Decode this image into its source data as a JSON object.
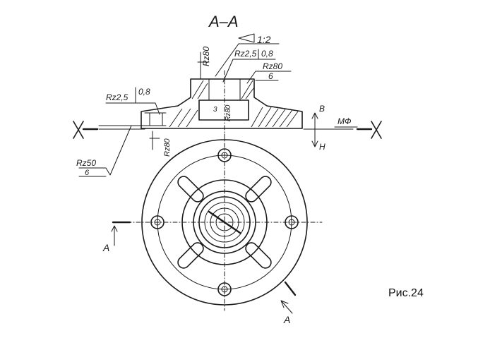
{
  "drawing": {
    "section_title": "A–A",
    "taper": "1:2",
    "roughness": {
      "rz80_top": "Rz80",
      "rz2_5_top": "Rz2,5",
      "val_0_8_top": "0,8",
      "rz80_right": "Rz80",
      "val_6_right": "6",
      "rz2_5_left": "Rz2,5",
      "val_0_8_left": "0,8",
      "rz50": "Rz50",
      "val_6_left": "6",
      "rz80_bottom": "Rz80",
      "rz80_inner": "Rz80",
      "num_3": "3"
    },
    "directions": {
      "up": "В",
      "down": "Н",
      "mf": "МФ"
    },
    "section_marks": {
      "left": "А",
      "right": "А"
    }
  },
  "caption": "Рис.24"
}
